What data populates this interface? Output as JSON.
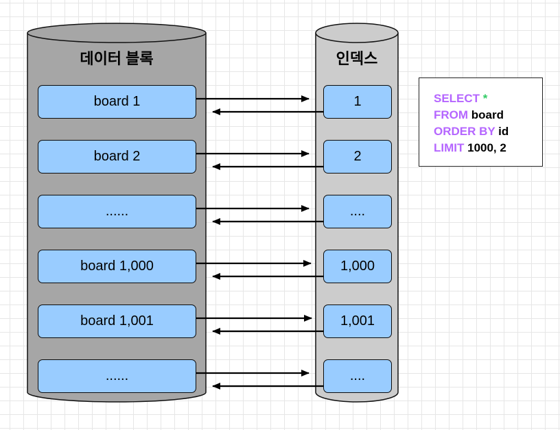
{
  "data_block": {
    "title": "데이터 블록",
    "rows": [
      "board 1",
      "board 2",
      "......",
      "board 1,000",
      "board 1,001",
      "......"
    ]
  },
  "index": {
    "title": "인덱스",
    "rows": [
      "1",
      "2",
      "....",
      "1,000",
      "1,001",
      "...."
    ]
  },
  "sql": {
    "lines": [
      [
        {
          "t": "SELECT",
          "c": "kw"
        },
        {
          "t": " *",
          "c": "star"
        }
      ],
      [
        {
          "t": "FROM",
          "c": "kw"
        },
        {
          "t": " board",
          "c": "plain"
        }
      ],
      [
        {
          "t": "ORDER BY",
          "c": "kw"
        },
        {
          "t": " id",
          "c": "plain"
        }
      ],
      [
        {
          "t": "LIMIT",
          "c": "kw"
        },
        {
          "t": " 1000, 2",
          "c": "plain"
        }
      ]
    ]
  },
  "colors": {
    "row_fill": "#99ccff",
    "data_cylinder": "#a6a6a6",
    "index_cylinder": "#cccccc",
    "sql_keyword": "#b566ff",
    "sql_star": "#33cc66"
  }
}
